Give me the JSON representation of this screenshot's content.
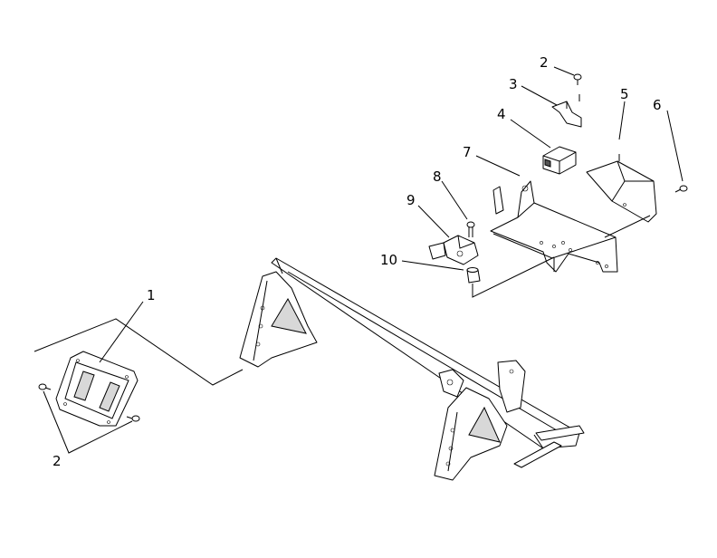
{
  "diagram": {
    "callouts": {
      "c1": "1",
      "c2_top": "2",
      "c2_bottom": "2",
      "c3": "3",
      "c4": "4",
      "c5": "5",
      "c6": "6",
      "c7": "7",
      "c8": "8",
      "c9": "9",
      "c10": "10"
    }
  }
}
